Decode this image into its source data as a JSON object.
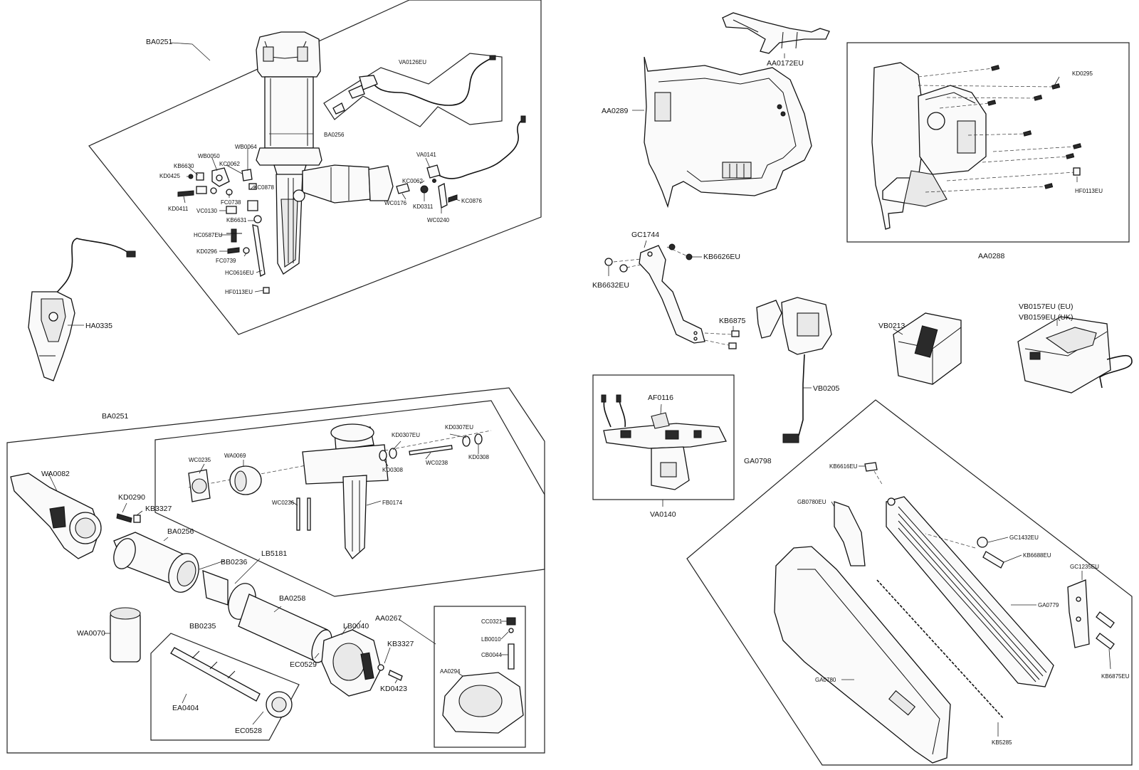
{
  "labels": {
    "BA0251_top": "BA0251",
    "VA0126EU": "VA0126EU",
    "BA0256_top": "BA0256",
    "WB0064": "WB0064",
    "WB0050": "WB0050",
    "KB6630": "KB6630",
    "KC0062_a": "KC0062",
    "KD0425": "KD0425",
    "KC0878": "KC0878",
    "FC0738": "FC0738",
    "KD0411": "KD0411",
    "VC0130": "VC0130",
    "KB6631": "KB6631",
    "HC0587EU": "HC0587EU",
    "KD0296": "KD0296",
    "FC0739": "FC0739",
    "HC0616EU": "HC0616EU",
    "HF0113EU_top": "HF0113EU",
    "VA0141": "VA0141",
    "KC0062_b": "KC0062",
    "WC0176": "WC0176",
    "KD0311": "KD0311",
    "KC0876": "KC0876",
    "WC0240": "WC0240",
    "HA0335": "HA0335",
    "AA0172EU": "AA0172EU",
    "AA0289": "AA0289",
    "AA0288": "AA0288",
    "KD0295": "KD0295",
    "HF0113EU_right": "HF0113EU",
    "GC1744": "GC1744",
    "KB6626EU": "KB6626EU",
    "KB6632EU": "KB6632EU",
    "KB6875": "KB6875",
    "VB0205": "VB0205",
    "VB0213": "VB0213",
    "VB0157EU": "VB0157EU (EU)",
    "VB0159EU": "VB0159EU (UK)",
    "AF0116": "AF0116",
    "VA0140": "VA0140",
    "BA0251_bottom": "BA0251",
    "WA0082": "WA0082",
    "KD0290": "KD0290",
    "KB3327_a": "KB3327",
    "BA0256_bottom": "BA0256",
    "BB0236": "BB0236",
    "LB5181": "LB5181",
    "BB0235": "BB0235",
    "BA0258": "BA0258",
    "WA0070": "WA0070",
    "LB0040": "LB0040",
    "AA0267": "AA0267",
    "KB3327_b": "KB3327",
    "KD0423": "KD0423",
    "EC0529": "EC0529",
    "EA0404": "EA0404",
    "EC0528": "EC0528",
    "WC0235": "WC0235",
    "WA0069": "WA0069",
    "KD0307EU_a": "KD0307EU",
    "KD0307EU_b": "KD0307EU",
    "KD0308_a": "KD0308",
    "KD0308_b": "KD0308",
    "WC0238": "WC0238",
    "WC0236": "WC0236",
    "FB0174": "FB0174",
    "CC0321": "CC0321",
    "LB0010": "LB0010",
    "CB0044": "CB0044",
    "AA0294": "AA0294",
    "GA0798": "GA0798",
    "KB6616EU": "KB6616EU",
    "GB0780EU": "GB0780EU",
    "GC1432EU": "GC1432EU",
    "KB6688EU": "KB6688EU",
    "GC1235EU": "GC1235EU",
    "GA0779": "GA0779",
    "GA0780": "GA0780",
    "KB6875EU": "KB6875EU",
    "KB5285": "KB5285"
  }
}
